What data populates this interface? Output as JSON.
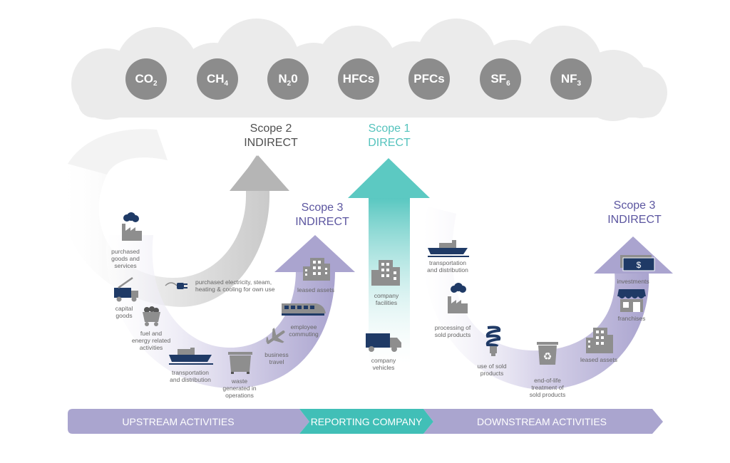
{
  "colors": {
    "cloud": "#e6e6e6",
    "gas_circle": "#8c8c8c",
    "scope2": "#b5b5b5",
    "scope1": "#5cc9c2",
    "scope3": "#b3aed3",
    "scope3_text": "#5c56a0",
    "icon": "#8e8e8e",
    "icon_navy": "#1f3a66",
    "label": "#666666"
  },
  "gases": [
    {
      "base": "CO",
      "sub": "2"
    },
    {
      "base": "CH",
      "sub": "4"
    },
    {
      "base": "N",
      "sub": "2",
      "tail": "0"
    },
    {
      "base": "HFCs",
      "sub": ""
    },
    {
      "base": "PFCs",
      "sub": ""
    },
    {
      "base": "SF",
      "sub": "6"
    },
    {
      "base": "NF",
      "sub": "3"
    }
  ],
  "scopes": {
    "scope2": {
      "line1": "Scope 2",
      "line2": "INDIRECT"
    },
    "scope1": {
      "line1": "Scope 1",
      "line2": "DIRECT"
    },
    "scope3_upstream": {
      "line1": "Scope 3",
      "line2": "INDIRECT"
    },
    "scope3_downstream": {
      "line1": "Scope 3",
      "line2": "INDIRECT"
    }
  },
  "upstream_items": [
    {
      "label": "purchased\ngoods and\nservices",
      "icon": "factory-cloud-icon"
    },
    {
      "label": "capital\ngoods",
      "icon": "truck-crane-icon"
    },
    {
      "label": "fuel and\nenergy related\nactivities",
      "icon": "coal-cart-icon"
    },
    {
      "label": "transportation\nand distribution",
      "icon": "ship-icon"
    },
    {
      "label": "waste\ngenerated in\noperations",
      "icon": "dumpster-icon"
    },
    {
      "label": "business\ntravel",
      "icon": "airplane-icon"
    },
    {
      "label": "employee\ncommuting",
      "icon": "train-icon"
    },
    {
      "label": "leased assets",
      "icon": "buildings-icon"
    }
  ],
  "scope2_item": {
    "label": "purchased electricity, steam,\nheating & cooling for own use",
    "icon": "plug-icon"
  },
  "company_items": [
    {
      "label": "company\nfacilities",
      "icon": "buildings-icon"
    },
    {
      "label": "company\nvehicles",
      "icon": "truck-icon"
    }
  ],
  "downstream_items": [
    {
      "label": "transportation\nand distribution",
      "icon": "ship-icon"
    },
    {
      "label": "processing of\nsold products",
      "icon": "factory-cloud-icon"
    },
    {
      "label": "use of sold\nproducts",
      "icon": "lightbulb-icon"
    },
    {
      "label": "end-of-life\ntreatment of\nsold products",
      "icon": "recycle-bin-icon"
    },
    {
      "label": "leased assets",
      "icon": "buildings-icon"
    },
    {
      "label": "franchises",
      "icon": "storefront-icon"
    },
    {
      "label": "investments",
      "icon": "money-icon"
    }
  ],
  "money_symbol": "$",
  "bottom_bar": {
    "upstream": "UPSTREAM ACTIVITIES",
    "reporting": "REPORTING COMPANY",
    "downstream": "DOWNSTREAM ACTIVITIES"
  }
}
